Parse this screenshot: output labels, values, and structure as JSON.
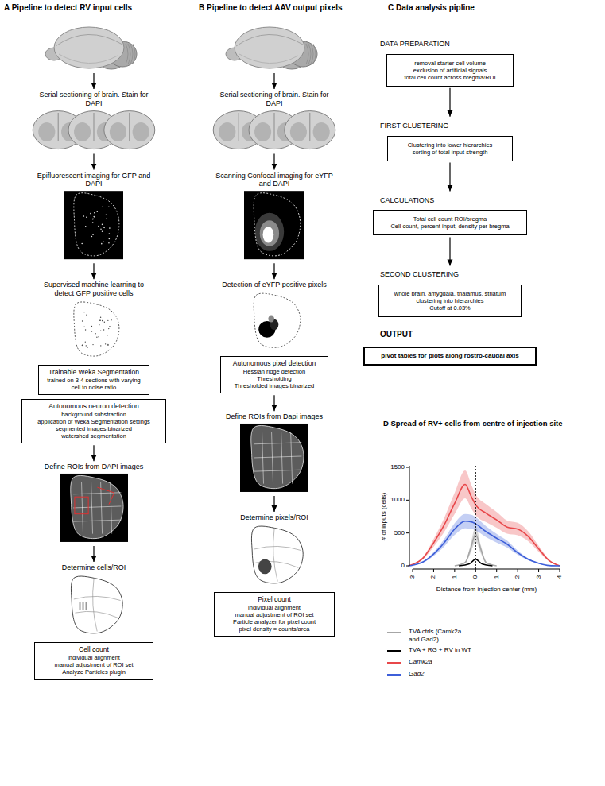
{
  "diagram": {
    "nodes": [
      {
        "text": [
          "Serial sectioning of brain. Stain for DAPI"
        ]
      },
      {
        "text": [
          "Epifluorescent imaging for GFP and DAPI"
        ]
      },
      {
        "text": [
          "Supervised machine learning to detect GFP positive cells"
        ]
      },
      {
        "text": [
          "Trainable Weka Segmentation",
          "trained on 3-4 sections with varying cell to noise ratio"
        ]
      },
      {
        "text": [
          "Autonomous neuron detection",
          "background substraction",
          "application of Weka Segmentation settings",
          "segmented images binarized",
          "watershed segmentation"
        ]
      },
      {
        "text": [
          "Define ROIs from DAPI images"
        ]
      },
      {
        "text": [
          "Determine cells/ROI"
        ]
      },
      {
        "text": [
          "Cell count",
          "individual alignment",
          "manual adjustment of ROI set",
          "Analyze Particles plugin"
        ]
      },
      {
        "text": [
          "Serial sectioning of brain. Stain for DAPI"
        ]
      },
      {
        "text": [
          "Scanning Confocal imaging for eYFP and DAPI"
        ]
      },
      {
        "text": [
          "Detection of eYFP positive pixels"
        ]
      },
      {
        "text": [
          "Autonomous pixel detection",
          "Hessian ridge detection",
          "Thresholding",
          "Thresholded images binarized"
        ]
      },
      {
        "text": [
          "Define ROIs from Dapi images"
        ]
      },
      {
        "text": [
          "Determine pixels/ROI"
        ]
      },
      {
        "text": [
          "Pixel count",
          "individual alignment",
          "manual adjustment of ROI set",
          "Particle analyzer for pixel count",
          "pixel density = counts/area"
        ]
      },
      {
        "text": [
          "DATA PREPARATION",
          "removal starter cell volume",
          "exclusion of artificial signals",
          "total cell count across bregma/ROI"
        ]
      },
      {
        "text": [
          "FIRST CLUSTERING",
          "Clustering into lower hierarchies",
          "sorting of total input strength"
        ]
      },
      {
        "text": [
          "CALCULATIONS",
          "Total cell count ROI/bregma",
          "Cell count, percent input, density per bregma"
        ]
      },
      {
        "text": [
          "SECOND CLUSTERING",
          "whole brain, amygdala, thalamus, striatum",
          "clustering into hierarchies",
          "Cutoff at 0.03%"
        ]
      },
      {
        "text": [
          "OUTPUT",
          "pivot tables for plots along rostro-caudal axis"
        ]
      }
    ],
    "edges": [
      {
        "from": 0,
        "to": 1,
        "arrow": "to"
      },
      {
        "from": 1,
        "to": 2,
        "arrow": "to"
      },
      {
        "from": 4,
        "to": 5,
        "arrow": "to"
      },
      {
        "from": 5,
        "to": 6,
        "arrow": "to"
      },
      {
        "from": 8,
        "to": 9,
        "arrow": "to"
      },
      {
        "from": 9,
        "to": 10,
        "arrow": "to"
      },
      {
        "from": 11,
        "to": 12,
        "arrow": "to"
      },
      {
        "from": 12,
        "to": 13,
        "arrow": "to"
      },
      {
        "from": 15,
        "to": 16,
        "arrow": "to"
      },
      {
        "from": 16,
        "to": 17,
        "arrow": "to"
      },
      {
        "from": 17,
        "to": 18,
        "arrow": "to"
      }
    ],
    "labels": [
      "A Pipeline to detect RV input cells",
      "B Pipeline to detect AAV output pixels",
      "C Data analysis pipline",
      "D Spread of RV+ cells from centre of injection site",
      "1500",
      "1000",
      "500",
      "0",
      "# of inputs (cells)",
      "3",
      "2",
      "1",
      "0",
      "1",
      "2",
      "3",
      "4",
      "Distance from injection center (mm)"
    ],
    "legend": [
      {
        "text": "TVA ctrls (Camk2a and Gad2)"
      },
      {
        "text": "TVA + RG + RV in WT"
      },
      {
        "text": "Camk2a"
      },
      {
        "text": "Gad2"
      }
    ]
  }
}
